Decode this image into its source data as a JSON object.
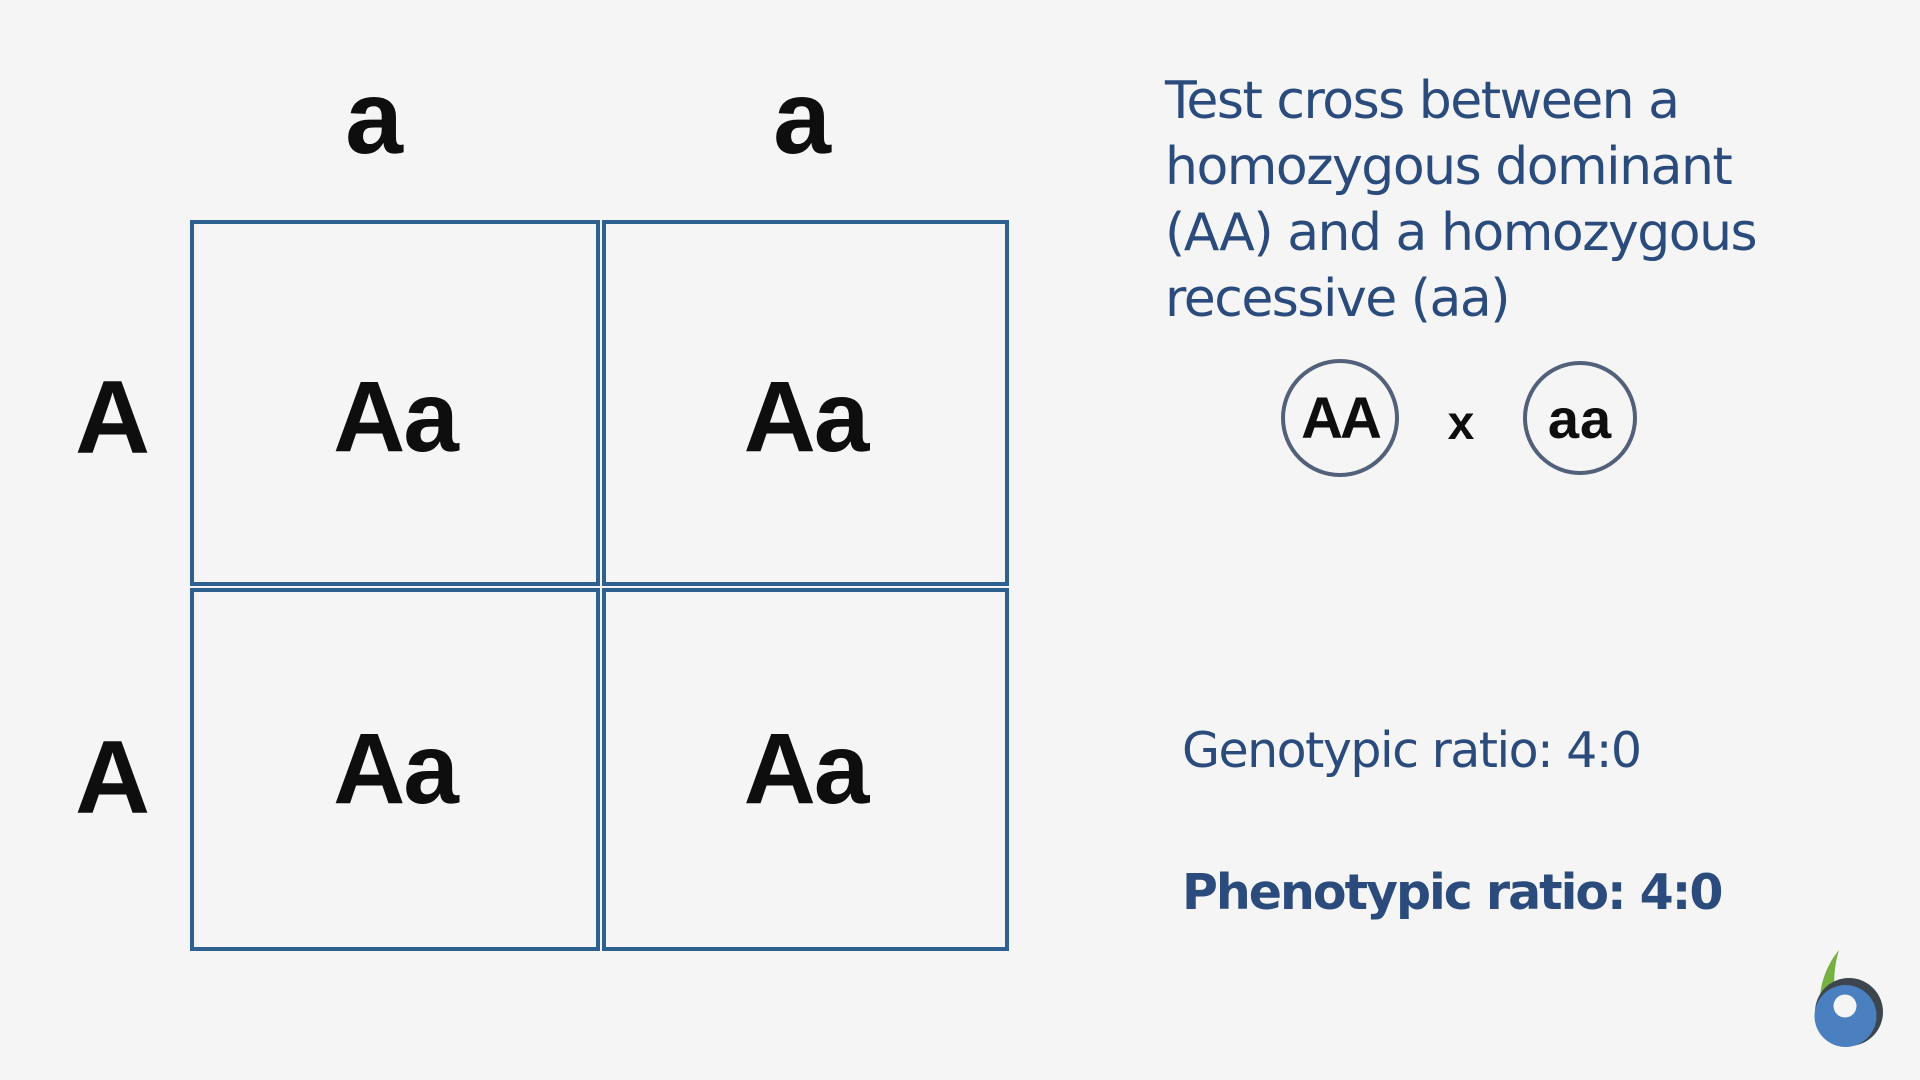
{
  "colors": {
    "background": "#f4f5f4",
    "grid_line": "#2e618f",
    "letter_black": "#0e0e0e",
    "handwriting_navy": "#2a4b7c",
    "circle_stroke": "#53607a",
    "logo_leaf_green": "#76b043",
    "logo_dark_gray": "#3d454f",
    "logo_blue": "#4b80c0"
  },
  "icons": {
    "brand_logo": "byjus-swirl-logo"
  },
  "punnett_square": {
    "col_headers": [
      "a",
      "a"
    ],
    "row_headers": [
      "A",
      "A"
    ],
    "cells": [
      "Aa",
      "Aa",
      "Aa",
      "Aa"
    ]
  },
  "annotation": {
    "title_lines": [
      "Test cross between a",
      "homozygous dominant",
      "(AA) and a homozygous",
      "recessive (aa)"
    ],
    "cross": {
      "parent1": "AA",
      "operator": "x",
      "parent2": "aa"
    },
    "genotypic_ratio": "Genotypic ratio: 4:0",
    "phenotypic_ratio": "Phenotypic ratio: 4:0"
  }
}
